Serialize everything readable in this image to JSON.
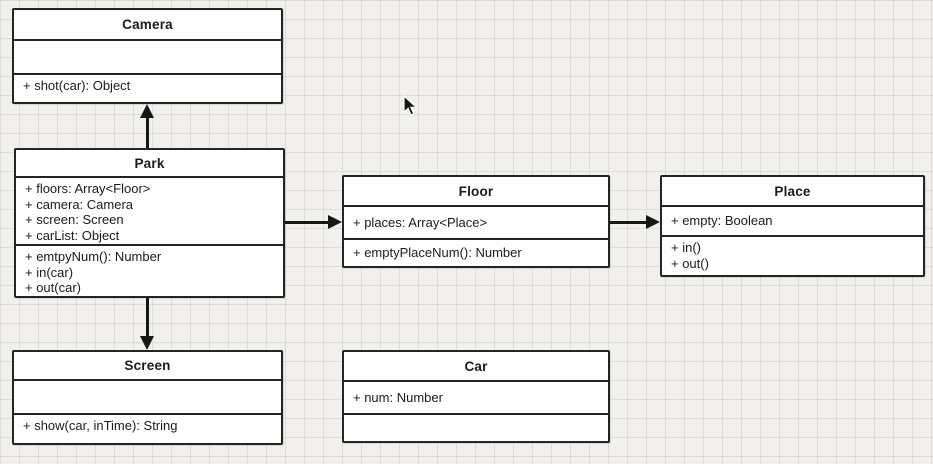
{
  "diagram": {
    "type": "uml-class-diagram",
    "classes": [
      {
        "title": "Camera",
        "attributes": [],
        "methods": [
          "+ shot(car): Object"
        ]
      },
      {
        "title": "Park",
        "attributes": [
          "+ floors: Array<Floor>",
          "+ camera: Camera",
          "+ screen: Screen",
          "+ carList: Object"
        ],
        "methods": [
          "+ emtpyNum(): Number",
          "+ in(car)",
          "+ out(car)"
        ]
      },
      {
        "title": "Floor",
        "attributes": [
          "+ places: Array<Place>"
        ],
        "methods": [
          "+ emptyPlaceNum(): Number"
        ]
      },
      {
        "title": "Place",
        "attributes": [
          "+ empty: Boolean"
        ],
        "methods": [
          "+ in()",
          "+ out()"
        ]
      },
      {
        "title": "Screen",
        "attributes": [],
        "methods": [
          "+ show(car, inTime): String"
        ]
      },
      {
        "title": "Car",
        "attributes": [
          "+ num: Number"
        ],
        "methods": []
      }
    ],
    "relations": [
      {
        "from": "Park",
        "to": "Camera",
        "style": "solid-arrow"
      },
      {
        "from": "Park",
        "to": "Floor",
        "style": "solid-arrow"
      },
      {
        "from": "Floor",
        "to": "Place",
        "style": "solid-arrow"
      },
      {
        "from": "Park",
        "to": "Screen",
        "style": "solid-arrow"
      }
    ],
    "colors": {
      "box_fill": "#ffffff",
      "box_border": "#242424",
      "arrow": "#161616",
      "canvas_bg": "#f1f0ec",
      "grid_line": "#deddd6",
      "text": "#1b1b1b"
    }
  }
}
